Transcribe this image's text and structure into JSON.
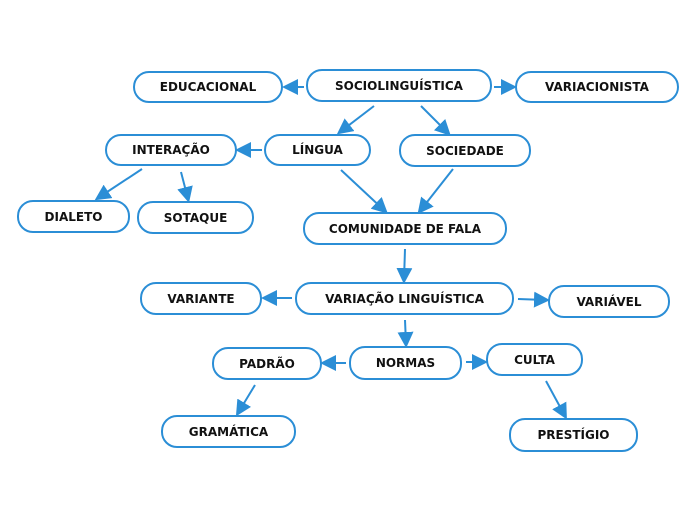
{
  "colors": {
    "accent": "#2b8ed6"
  },
  "nodes": {
    "sociolinguistica": "SOCIOLINGUÍSTICA",
    "educacional": "EDUCACIONAL",
    "variacionista": "VARIACIONISTA",
    "lingua": "LÍNGUA",
    "sociedade": "SOCIEDADE",
    "interacao": "INTERAÇÃO",
    "dialeto": "DIALETO",
    "sotaque": "SOTAQUE",
    "comunidade": "COMUNIDADE DE FALA",
    "variacao": "VARIAÇÃO LINGUÍSTICA",
    "variante": "VARIANTE",
    "variavel": "VARIÁVEL",
    "normas": "NORMAS",
    "padrao": "PADRÃO",
    "culta": "CULTA",
    "gramatica": "GRAMÁTICA",
    "prestigio": "PRESTÍGIO"
  },
  "edges": [
    [
      "sociolinguistica",
      "educacional"
    ],
    [
      "sociolinguistica",
      "variacionista"
    ],
    [
      "sociolinguistica",
      "lingua"
    ],
    [
      "sociolinguistica",
      "sociedade"
    ],
    [
      "lingua",
      "interacao"
    ],
    [
      "interacao",
      "dialeto"
    ],
    [
      "interacao",
      "sotaque"
    ],
    [
      "lingua",
      "comunidade"
    ],
    [
      "sociedade",
      "comunidade"
    ],
    [
      "comunidade",
      "variacao"
    ],
    [
      "variacao",
      "variante"
    ],
    [
      "variacao",
      "variavel"
    ],
    [
      "variacao",
      "normas"
    ],
    [
      "normas",
      "padrao"
    ],
    [
      "normas",
      "culta"
    ],
    [
      "padrao",
      "gramatica"
    ],
    [
      "culta",
      "prestigio"
    ]
  ]
}
